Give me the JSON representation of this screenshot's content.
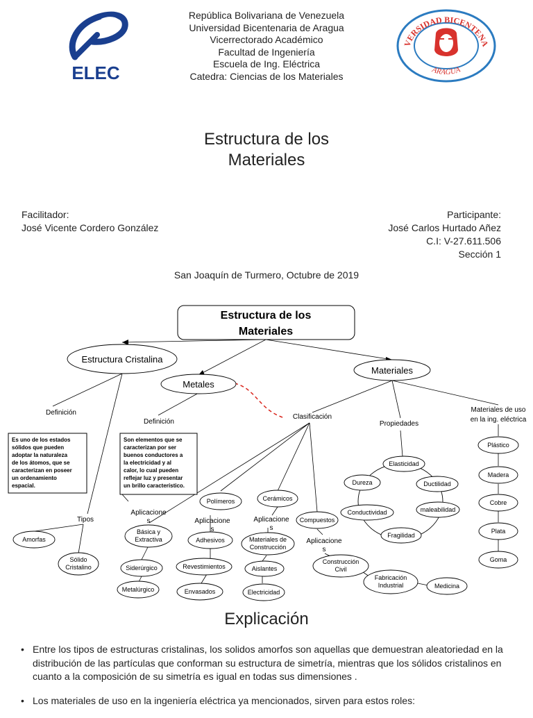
{
  "header": {
    "lines": [
      "República Bolivariana de Venezuela",
      "Universidad Bicentenaria de Aragua",
      "Vicerrectorado Académico",
      "Facultad de Ingeniería",
      "Escuela de Ing. Eléctrica",
      "Catedra: Ciencias de los Materiales"
    ],
    "left_logo_text": "ELEC",
    "right_logo_text_top": "UNIVERSIDAD BICENTENARIA",
    "right_logo_text_bottom": "ARAGUA"
  },
  "title": {
    "line1": "Estructura de los",
    "line2": "Materiales"
  },
  "facilitator": {
    "label": "Facilitador:",
    "name": "José Vicente Cordero González"
  },
  "participant": {
    "label": "Participante:",
    "name": "José Carlos Hurtado Añez",
    "ci": "C.I: V-27.611.506",
    "section": "Sección 1"
  },
  "place_date": "San Joaquín de Turmero, Octubre de 2019",
  "concept_map": {
    "root_line1": "Estructura de los",
    "root_line2": "Materiales",
    "cristalina": "Estructura Cristalina",
    "metales": "Metales",
    "materiales": "Materiales",
    "definicion_1": "Definición",
    "def_text_1": [
      "Es uno de los estados",
      "sólidos que pueden",
      "adoptar la naturaleza",
      "de los átomos, que se",
      "caracterizan en poseer",
      "un ordenamiento",
      "espacial."
    ],
    "tipos": "Tipos",
    "amorfas": "Amorfas",
    "solido_cristalino": [
      "Sólido",
      "Cristalino"
    ],
    "definicion_2": "Definición",
    "def_text_2": [
      "Son elementos que se",
      "caracterizan por ser",
      "buenos conductores a",
      "la electricidad y al",
      "calor, lo cual pueden",
      "reflejar luz y presentar",
      "un brillo característico."
    ],
    "aplicaciones_label": [
      "Aplicacione",
      "s"
    ],
    "basica": [
      "Básica y",
      "Extractiva"
    ],
    "siderurgico": "Siderúrgico",
    "metalurgico": "Metalúrgico",
    "clasificacion": "Clasificación",
    "polimeros": "Polímeros",
    "ceramicos": "Cerámicos",
    "compuestos": "Compuestos",
    "adhesivos": "Adhesivos",
    "revestimientos": "Revestimientos",
    "envasados": "Envasados",
    "materiales_construccion": [
      "Materiales de",
      "Construcción"
    ],
    "aislantes": "Aislantes",
    "electricidad": "Electricidad",
    "construccion_civil": [
      "Construcción",
      "Civil"
    ],
    "fabricacion_industrial": [
      "Fabricación",
      "Industrial"
    ],
    "medicina": "Medicina",
    "propiedades": "Propiedades",
    "elasticidad": "Elasticidad",
    "dureza": "Dureza",
    "ductilidad": "Ductilidad",
    "conductividad": "Conductividad",
    "maleabilidad": "maleabilidad",
    "fragilidad": "Fragilidad",
    "materiales_uso": [
      "Materiales de uso",
      "en la ing. eléctrica"
    ],
    "plastico": "Plástico",
    "madera": "Madera",
    "cobre": "Cobre",
    "plata": "Plata",
    "goma": "Goma"
  },
  "explanation": {
    "title": "Explicación",
    "bullet_char": "•",
    "bullets": [
      "Entre los tipos de estructuras cristalinas, los solidos amorfos son aquellas que demuestran aleatoriedad en la distribución de las partículas que conforman su estructura de simetría, mientras que los sólidos cristalinos en cuanto a la composición de su simetría es igual en todas sus dimensiones .",
      "Los materiales de uso en la ingeniería eléctrica ya mencionados, sirven para estos roles:"
    ]
  },
  "colors": {
    "text": "#222222",
    "logo_blue": "#1a3f8f",
    "seal_red": "#d8322d",
    "seal_blue": "#2b7bc0",
    "dashed_link": "#d9251c"
  }
}
